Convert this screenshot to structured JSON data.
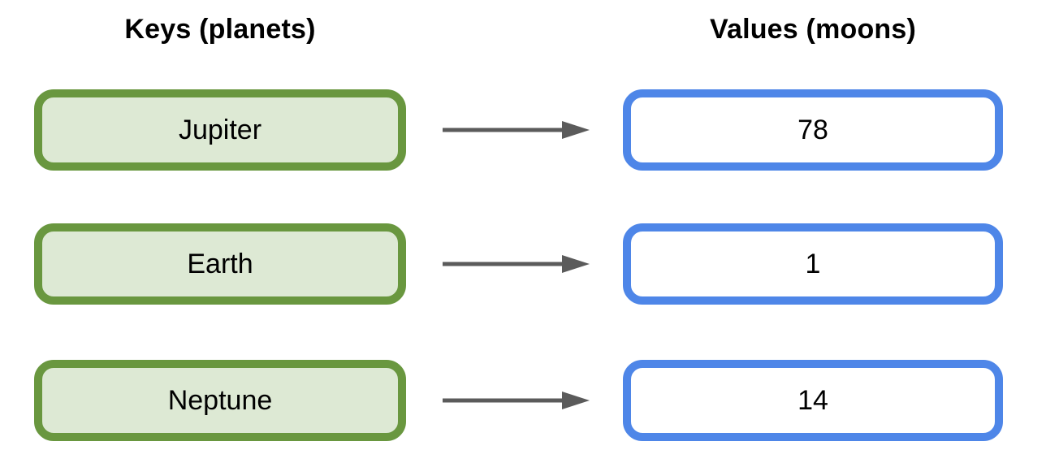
{
  "diagram": {
    "title_left": "Keys (planets)",
    "title_right": "Values (moons)",
    "rows": [
      {
        "key": "Jupiter",
        "value": "78"
      },
      {
        "key": "Earth",
        "value": "1"
      },
      {
        "key": "Neptune",
        "value": "14"
      }
    ],
    "colors": {
      "key_box_border": "#69973f",
      "key_box_fill": "#dde9d4",
      "value_box_border": "#4e86e8",
      "value_box_fill": "#ffffff",
      "arrow": "#5b5b5b",
      "text": "#000000",
      "background": "#ffffff"
    },
    "icons": {
      "arrow": "arrow-right-icon"
    }
  }
}
